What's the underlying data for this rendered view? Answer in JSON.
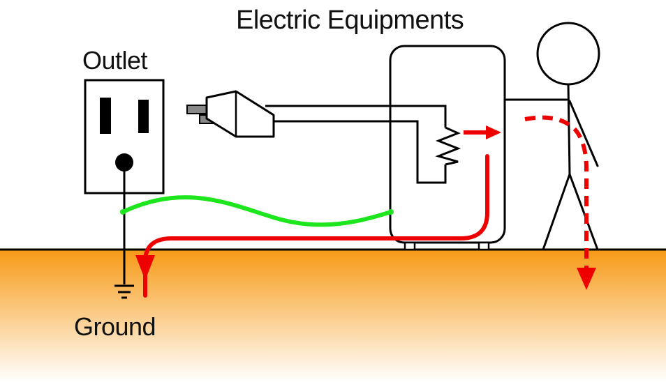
{
  "labels": {
    "title": "Electric Equipments",
    "outlet": "Outlet",
    "ground": "Ground"
  },
  "colors": {
    "ground_top": "#f79a16",
    "ground_bottom": "#ffffff",
    "ground_wire": "#1ee61e",
    "fault_current": "#ee0000",
    "outline": "#000000",
    "plug_prong": "#888888"
  },
  "icons": {
    "outlet": "outlet-icon",
    "plug": "plug-icon",
    "resistor": "resistor-icon",
    "person": "stick-figure-icon",
    "earth": "ground-symbol-icon"
  }
}
